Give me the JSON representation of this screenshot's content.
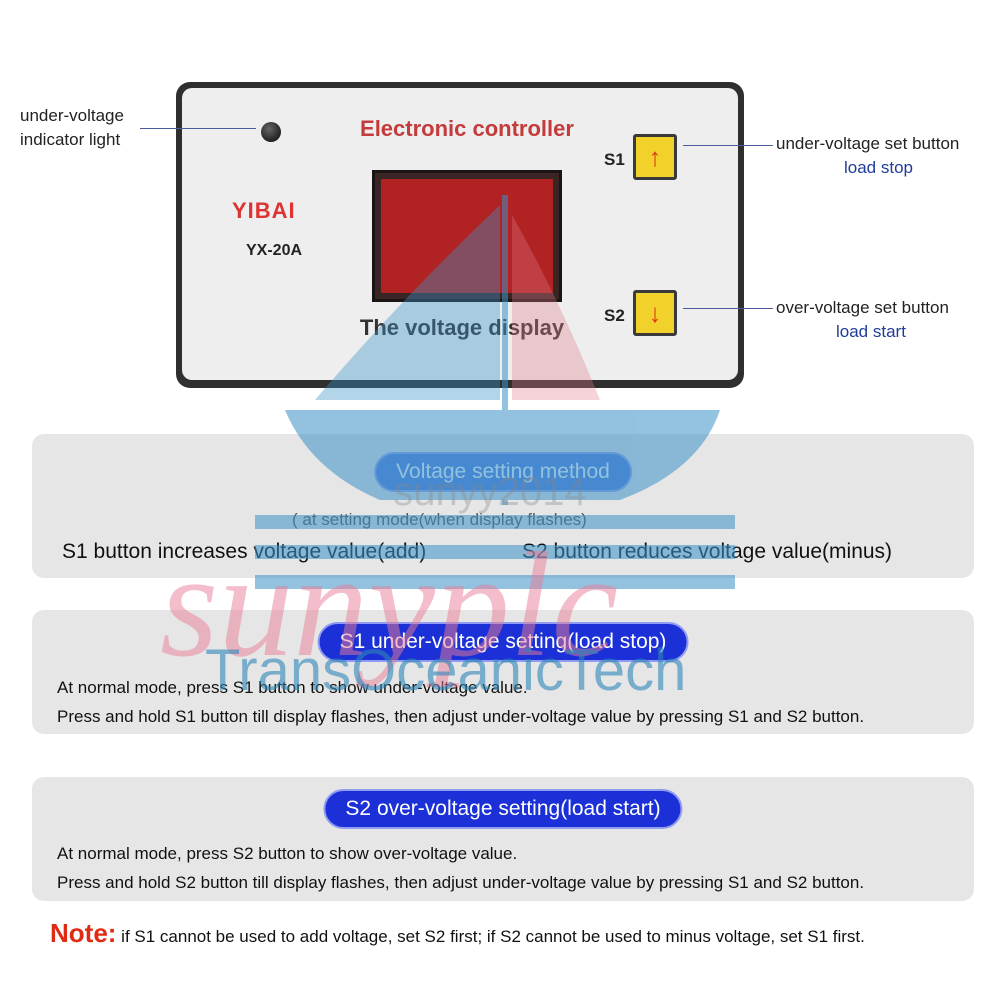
{
  "device": {
    "title": "Electronic controller",
    "brand": "YIBAI",
    "model": "YX-20A",
    "display_label": "The voltage display",
    "s1_label": "S1",
    "s2_label": "S2",
    "s1_arrow": "↑",
    "s2_arrow": "↓",
    "screen_color": "#b12222",
    "button_color": "#f3d12b"
  },
  "callouts": {
    "indicator_line1": "under-voltage",
    "indicator_line2": "indicator light",
    "s1_line1": "under-voltage set button",
    "s1_line2": "load stop",
    "s2_line1": "over-voltage set button",
    "s2_line2": "load start"
  },
  "panel1": {
    "heading": "Voltage setting method",
    "subnote": "( at setting mode(when display flashes)",
    "left_text": "S1 button increases voltage value(add)",
    "right_text": "S2 button reduces voltage value(minus)"
  },
  "panel2": {
    "heading": "S1 under-voltage setting(load stop)",
    "line1": "At normal mode, press S1 button to show under-voltage value.",
    "line2": "Press and hold S1 button till display flashes, then adjust under-voltage value by pressing S1 and S2 button."
  },
  "panel3": {
    "heading": "S2 over-voltage setting(load start)",
    "line1": "At normal mode, press S2 button to show over-voltage value.",
    "line2": "Press and hold S2 button till display flashes, then adjust under-voltage value by pressing S1 and S2 button."
  },
  "note": {
    "label": "Note:",
    "text": "if S1 cannot be used to add voltage, set S2 first;  if S2 cannot be used to minus voltage, set S1 first."
  },
  "watermarks": {
    "script": "sunyplc",
    "brand": "TransOceanicTech",
    "small": "sunyy2014"
  },
  "colors": {
    "pill_blue": "#1b30d6",
    "note_red": "#e02a14",
    "panel_gray": "#e6e6e6"
  }
}
